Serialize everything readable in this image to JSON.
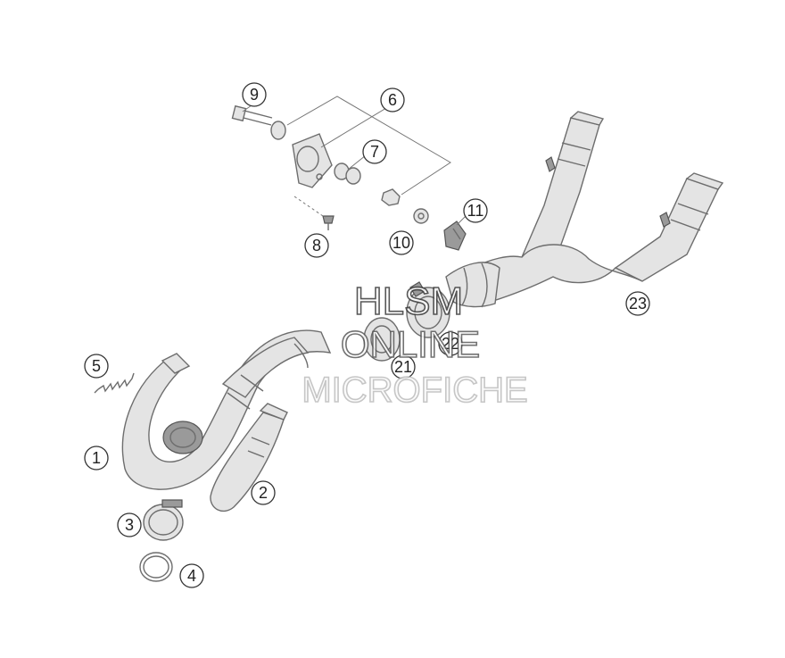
{
  "callouts": [
    {
      "id": "1",
      "label": "1"
    },
    {
      "id": "2",
      "label": "2"
    },
    {
      "id": "3",
      "label": "3"
    },
    {
      "id": "4",
      "label": "4"
    },
    {
      "id": "5",
      "label": "5"
    },
    {
      "id": "6",
      "label": "6"
    },
    {
      "id": "7",
      "label": "7"
    },
    {
      "id": "8",
      "label": "8"
    },
    {
      "id": "9",
      "label": "9"
    },
    {
      "id": "10",
      "label": "10"
    },
    {
      "id": "11",
      "label": "11"
    },
    {
      "id": "21",
      "label": "21"
    },
    {
      "id": "22",
      "label": "22"
    },
    {
      "id": "23",
      "label": "23"
    }
  ],
  "watermark": {
    "line1": "HLSM",
    "line2": "ONLINE",
    "line3": "MICROFICHE"
  }
}
